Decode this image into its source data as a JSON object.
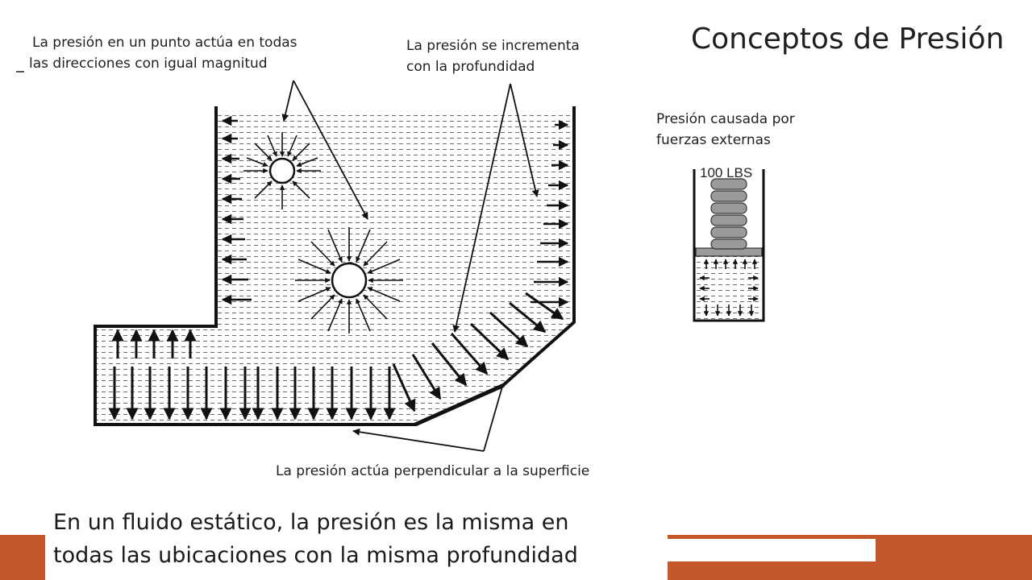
{
  "title": "Conceptos de Presión",
  "notes": {
    "all_directions": {
      "line1": "La presión en un punto actúa en todas",
      "line2": "las direcciones con igual magnitud"
    },
    "depth": {
      "line1": "La presión se incrementa",
      "line2": "con la profundidad"
    },
    "external": {
      "line1": "Presión causada por",
      "line2": "fuerzas externas"
    },
    "perpendicular": "La presión actúa perpendicular a la superficie"
  },
  "weight_label": "100 LBS",
  "statement": {
    "line1": "En un fluido estático, la presión es la misma en",
    "line2": "todas las ubicaciones con la misma profundidad"
  },
  "colors": {
    "accent": "#c5582a",
    "ink": "#1a1a1a"
  }
}
